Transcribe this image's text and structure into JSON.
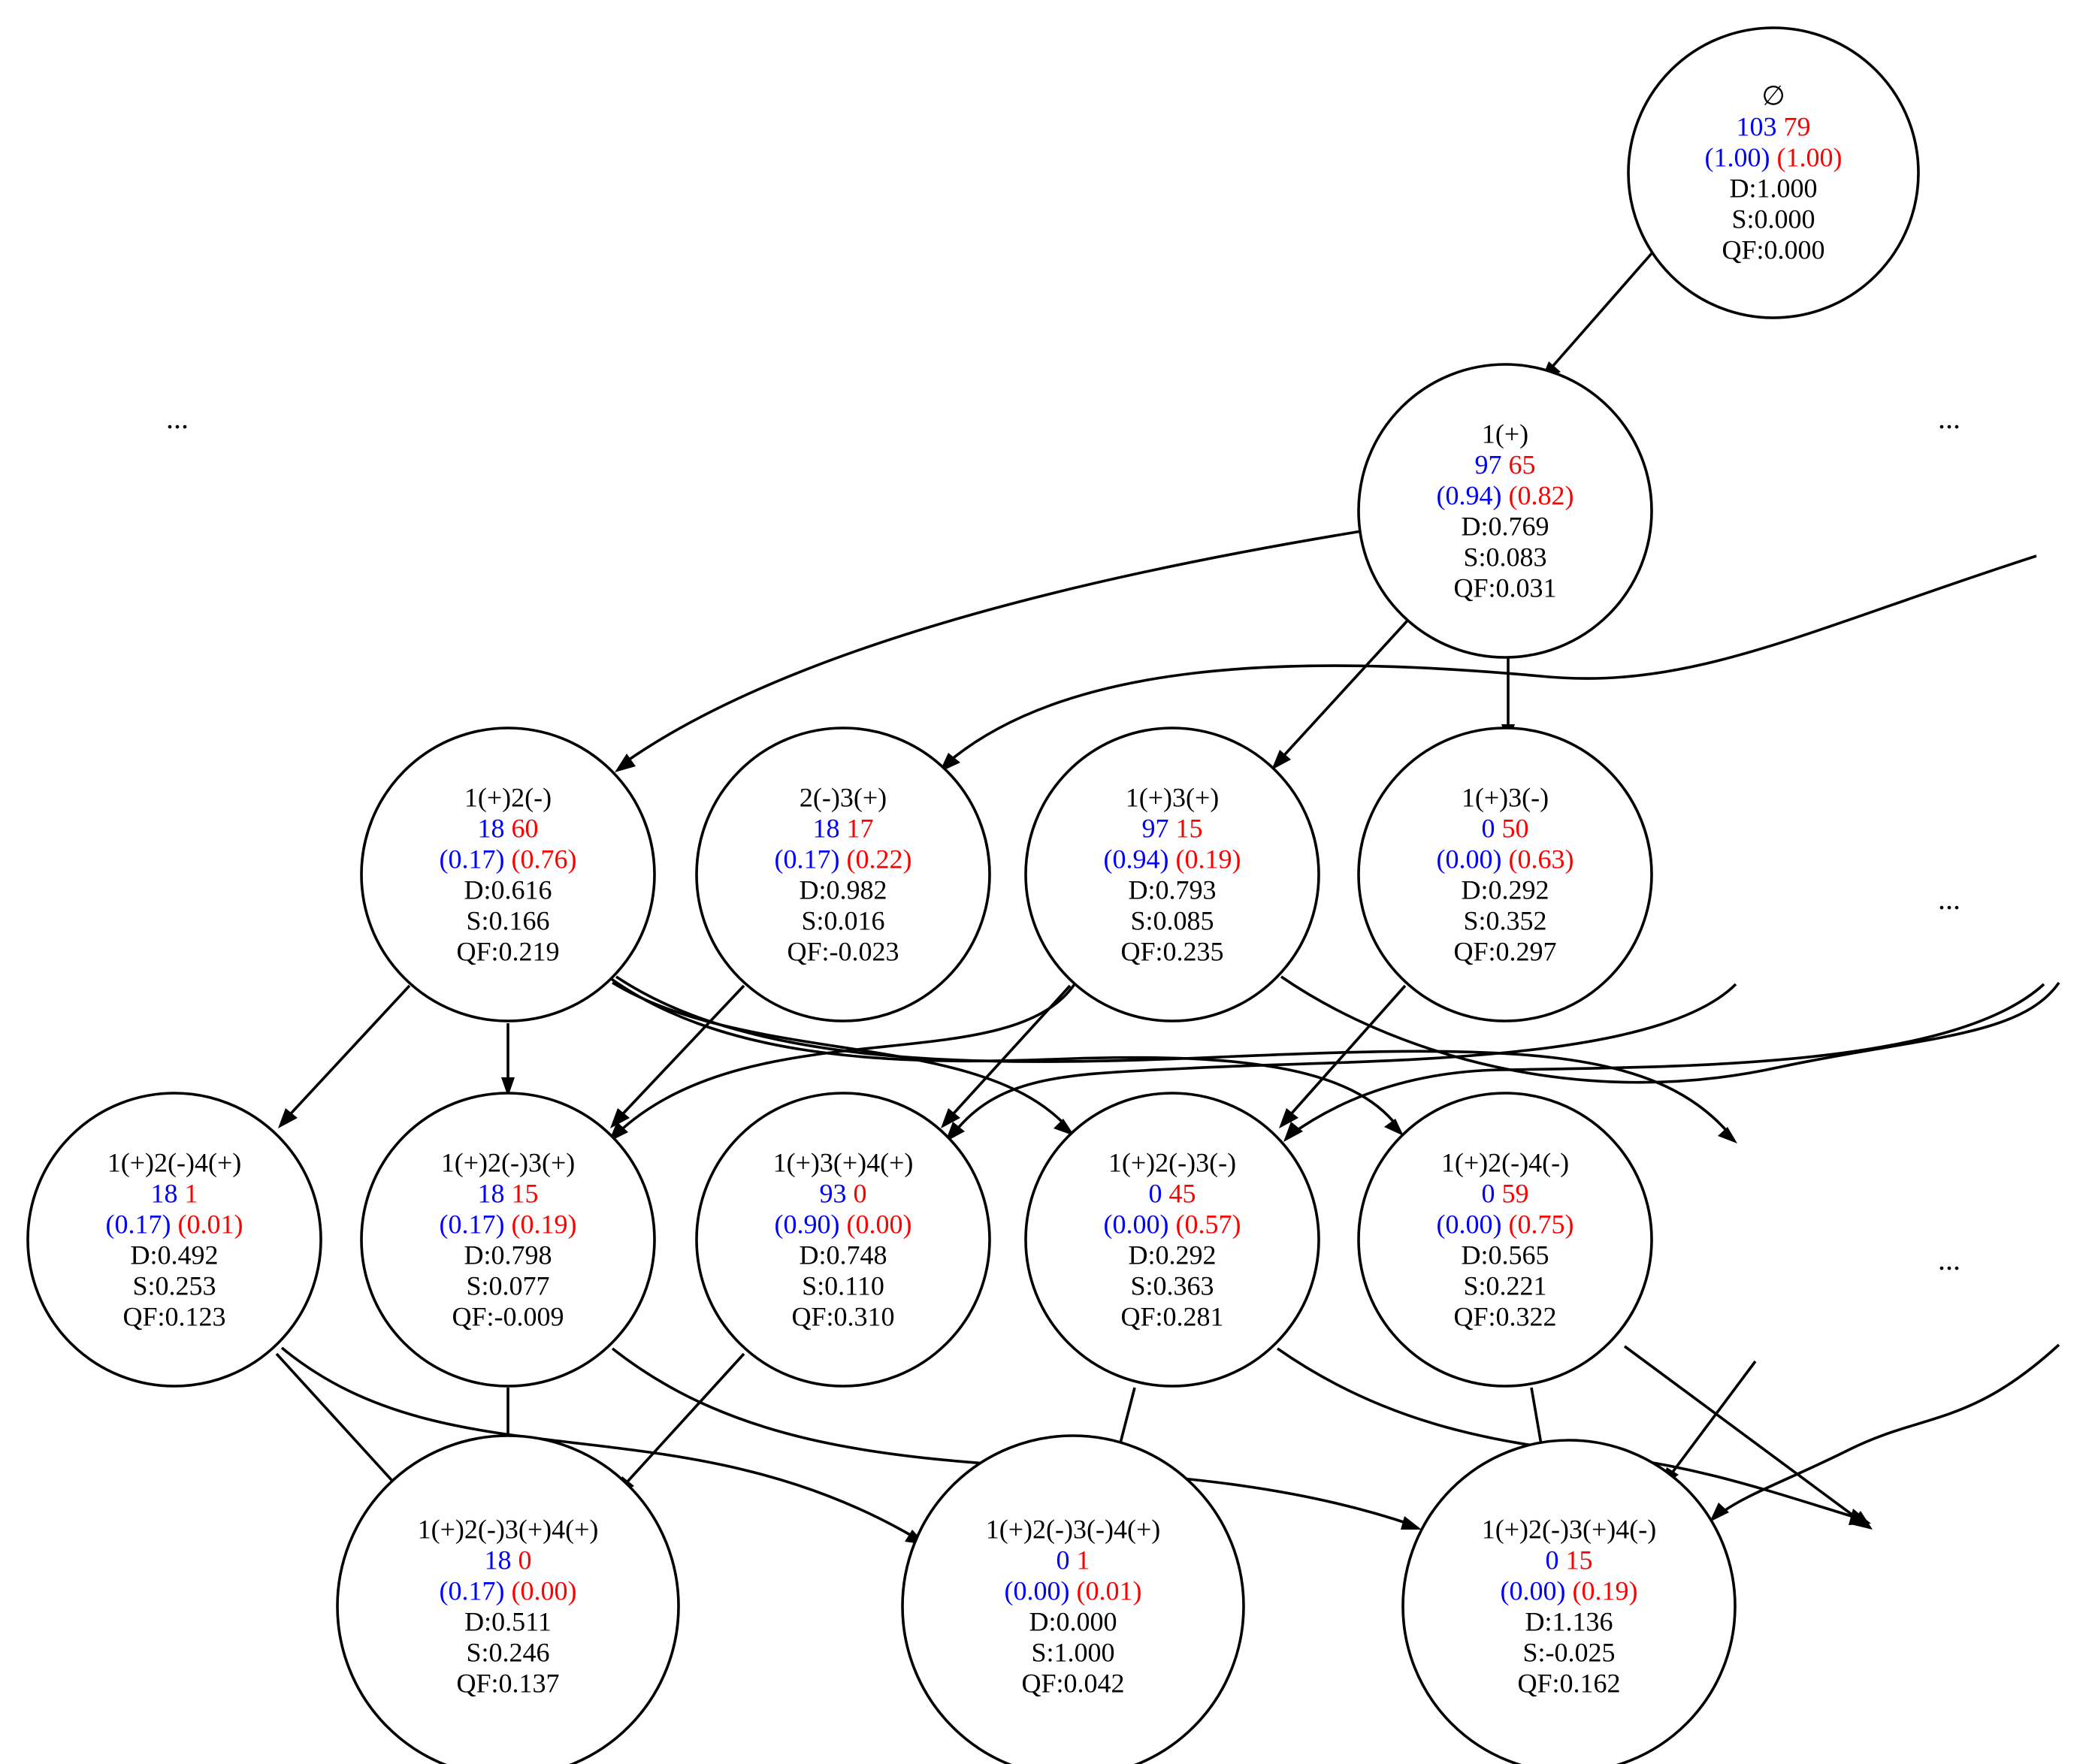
{
  "colors": {
    "pos": "#0000ff",
    "neg": "#ff0000",
    "text": "#000000"
  },
  "ellipsis": "...",
  "nodes": [
    {
      "id": "root",
      "label": "∅",
      "pos": "103",
      "neg": "79",
      "pos_frac": "(1.00)",
      "neg_frac": "(1.00)",
      "d": "D:1.000",
      "s": "S:0.000",
      "qf": "QF:0.000"
    },
    {
      "id": "n1p",
      "label": "1(+)",
      "pos": "97",
      "neg": "65",
      "pos_frac": "(0.94)",
      "neg_frac": "(0.82)",
      "d": "D:0.769",
      "s": "S:0.083",
      "qf": "QF:0.031"
    },
    {
      "id": "n1p2m",
      "label": "1(+)2(-)",
      "pos": "18",
      "neg": "60",
      "pos_frac": "(0.17)",
      "neg_frac": "(0.76)",
      "d": "D:0.616",
      "s": "S:0.166",
      "qf": "QF:0.219"
    },
    {
      "id": "n2m3p",
      "label": "2(-)3(+)",
      "pos": "18",
      "neg": "17",
      "pos_frac": "(0.17)",
      "neg_frac": "(0.22)",
      "d": "D:0.982",
      "s": "S:0.016",
      "qf": "QF:-0.023"
    },
    {
      "id": "n1p3p",
      "label": "1(+)3(+)",
      "pos": "97",
      "neg": "15",
      "pos_frac": "(0.94)",
      "neg_frac": "(0.19)",
      "d": "D:0.793",
      "s": "S:0.085",
      "qf": "QF:0.235"
    },
    {
      "id": "n1p3m",
      "label": "1(+)3(-)",
      "pos": "0",
      "neg": "50",
      "pos_frac": "(0.00)",
      "neg_frac": "(0.63)",
      "d": "D:0.292",
      "s": "S:0.352",
      "qf": "QF:0.297"
    },
    {
      "id": "n1p2m4p",
      "label": "1(+)2(-)4(+)",
      "pos": "18",
      "neg": "1",
      "pos_frac": "(0.17)",
      "neg_frac": "(0.01)",
      "d": "D:0.492",
      "s": "S:0.253",
      "qf": "QF:0.123"
    },
    {
      "id": "n1p2m3p",
      "label": "1(+)2(-)3(+)",
      "pos": "18",
      "neg": "15",
      "pos_frac": "(0.17)",
      "neg_frac": "(0.19)",
      "d": "D:0.798",
      "s": "S:0.077",
      "qf": "QF:-0.009"
    },
    {
      "id": "n1p3p4p",
      "label": "1(+)3(+)4(+)",
      "pos": "93",
      "neg": "0",
      "pos_frac": "(0.90)",
      "neg_frac": "(0.00)",
      "d": "D:0.748",
      "s": "S:0.110",
      "qf": "QF:0.310"
    },
    {
      "id": "n1p2m3m",
      "label": "1(+)2(-)3(-)",
      "pos": "0",
      "neg": "45",
      "pos_frac": "(0.00)",
      "neg_frac": "(0.57)",
      "d": "D:0.292",
      "s": "S:0.363",
      "qf": "QF:0.281"
    },
    {
      "id": "n1p2m4m",
      "label": "1(+)2(-)4(-)",
      "pos": "0",
      "neg": "59",
      "pos_frac": "(0.00)",
      "neg_frac": "(0.75)",
      "d": "D:0.565",
      "s": "S:0.221",
      "qf": "QF:0.322"
    },
    {
      "id": "n1p2m3p4p",
      "label": "1(+)2(-)3(+)4(+)",
      "pos": "18",
      "neg": "0",
      "pos_frac": "(0.17)",
      "neg_frac": "(0.00)",
      "d": "D:0.511",
      "s": "S:0.246",
      "qf": "QF:0.137"
    },
    {
      "id": "n1p2m3m4p",
      "label": "1(+)2(-)3(-)4(+)",
      "pos": "0",
      "neg": "1",
      "pos_frac": "(0.00)",
      "neg_frac": "(0.01)",
      "d": "D:0.000",
      "s": "S:1.000",
      "qf": "QF:0.042"
    },
    {
      "id": "n1p2m3p4m",
      "label": "1(+)2(-)3(+)4(-)",
      "pos": "0",
      "neg": "15",
      "pos_frac": "(0.00)",
      "neg_frac": "(0.19)",
      "d": "D:1.136",
      "s": "S:-0.025",
      "qf": "QF:0.162"
    }
  ]
}
